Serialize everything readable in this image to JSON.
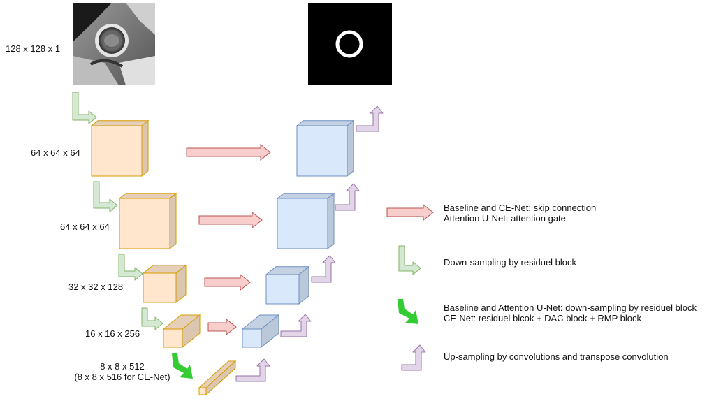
{
  "input": {
    "size_label": "128 x 128 x 1"
  },
  "encoder": [
    {
      "size_label": "64 x 64 x 64"
    },
    {
      "size_label": "64 x 64 x 64"
    },
    {
      "size_label": "32 x 32 x 128"
    },
    {
      "size_label": "16 x 16 x 256"
    }
  ],
  "bottleneck": {
    "size_label": "8 x 8 x 512",
    "size_label_ce": "(8 x 8 x 516 for CE-Net)"
  },
  "legend": {
    "skip_line1": "Baseline and CE-Net: skip connection",
    "skip_line2": "Attention U-Net: attention gate",
    "down_residual": "Down-sampling by residuel block",
    "down_bold_line1": "Baseline and Attention U-Net: down-sampling by residuel block",
    "down_bold_line2": "CE-Net: residuel blcok + DAC block + RMP block",
    "up": "Up-sampling by convolutions and transpose convolution"
  },
  "colors": {
    "encoder_fill": "#ffe6cc",
    "encoder_stroke": "#d79b00",
    "decoder_fill": "#dae8fc",
    "decoder_stroke": "#6c8ebf",
    "skip_fill": "#f8cecc",
    "skip_stroke": "#b85450",
    "down_fill": "#d5e8d4",
    "down_stroke": "#82b366",
    "down_bold_fill": "#33cc33",
    "up_fill": "#e1d5e7",
    "up_stroke": "#9673a6"
  },
  "icons": {
    "input_image": "mri-slice-icon",
    "output_mask": "segmentation-mask-icon"
  }
}
